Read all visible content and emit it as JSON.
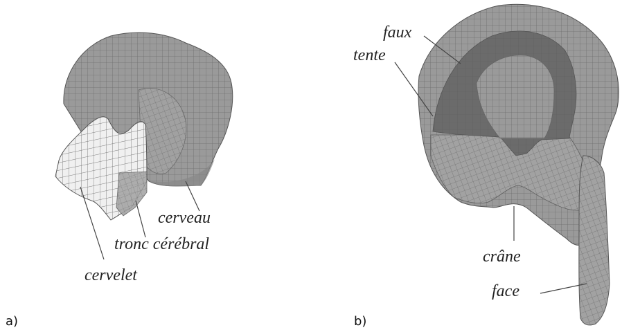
{
  "panels": [
    {
      "id": "a",
      "label": "a)",
      "annotations": [
        "cerveau",
        "tronc cérébral",
        "cervelet"
      ]
    },
    {
      "id": "b",
      "label": "b)",
      "annotations": [
        "faux",
        "tente",
        "crâne",
        "face"
      ]
    }
  ],
  "colors": {
    "mesh_fill": "#9a9a9a",
    "mesh_line": "#6e6e6e",
    "dark_region": "#6b6b6b",
    "white_mesh": "#ececec"
  }
}
